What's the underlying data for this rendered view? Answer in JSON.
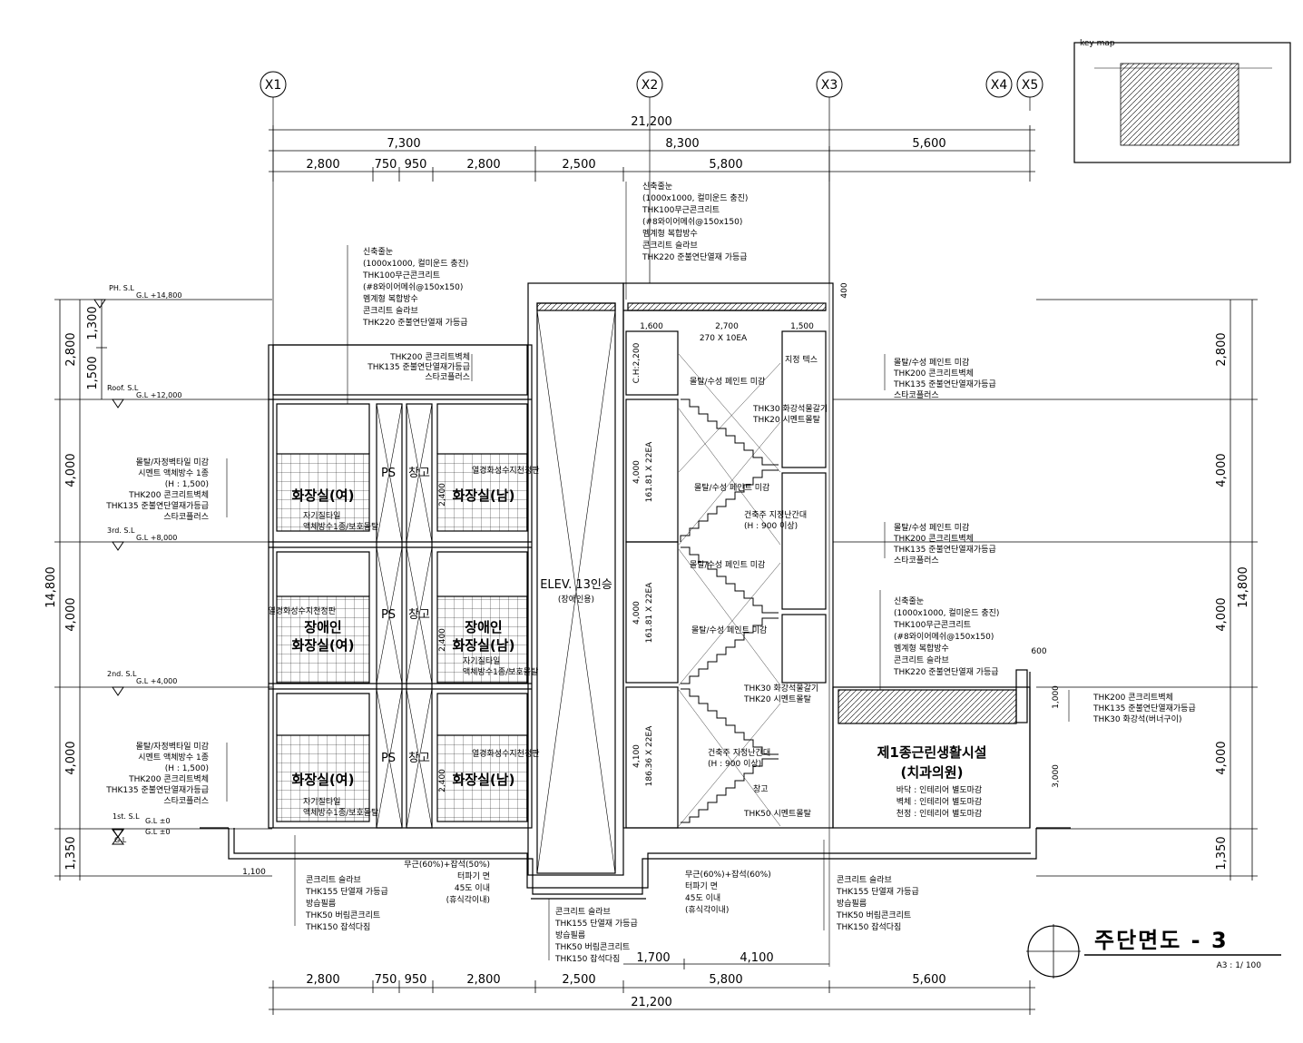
{
  "title": {
    "main": "주단면도 - 3",
    "scale": "A3 : 1/ 100",
    "keymap": "key map"
  },
  "grid_lines": [
    "X1",
    "X2",
    "X3",
    "X4",
    "X5"
  ],
  "dimensions": {
    "top_total": "21,200",
    "top_mid": [
      "7,300",
      "8,300",
      "5,600"
    ],
    "top_sub": [
      "2,800",
      "750",
      "950",
      "2,800",
      "2,500",
      "5,800"
    ],
    "bottom_sub": [
      "2,800",
      "750",
      "950",
      "2,800",
      "2,500",
      "5,800",
      "5,600"
    ],
    "bottom_total": "21,200",
    "bottom_extra": [
      "1,700",
      "4,100"
    ],
    "left_total": "14,800",
    "left_floors": [
      "1,350",
      "4,000",
      "4,000",
      "4,000",
      "2,800"
    ],
    "left_roof": [
      "1,300",
      "1,500"
    ],
    "right_total": "14,800",
    "right_floors": [
      "1,350",
      "4,000",
      "4,000",
      "4,000",
      "2,800"
    ],
    "basement_left": "1,100",
    "canopy": [
      "600",
      "1,000",
      "3,000"
    ],
    "parapet": "400",
    "ceiling_height": "C.H:2,200",
    "stair_top": [
      "1,600",
      "2,700",
      "1,500"
    ],
    "stair_top_label": "270 X 10EA",
    "stair_flights": [
      {
        "h": "4,000",
        "spec": "161.81 X 22EA"
      },
      {
        "h": "4,000",
        "spec": "161.81 X 22EA"
      },
      {
        "h": "4,100",
        "spec": "186.36 X 22EA"
      }
    ],
    "toilet_h": [
      "2,400",
      "2,400",
      "2,400"
    ]
  },
  "levels": [
    {
      "name": "PH. S.L",
      "gl": "G.L +14,800"
    },
    {
      "name": "Roof. S.L",
      "gl": "G.L +12,000"
    },
    {
      "name": "3rd. S.L",
      "gl": "G.L +8,000"
    },
    {
      "name": "2nd. S.L",
      "gl": "G.L +4,000"
    },
    {
      "name": "1st. S.L",
      "gl": "G.L ±0"
    },
    {
      "name": "G.L",
      "gl": "G.L ±0"
    }
  ],
  "rooms": {
    "toilet_f": "화장실(여)",
    "toilet_m": "화장실(남)",
    "disabled": "장애인",
    "disabled_f": "화장실(여)",
    "disabled_m": "화장실(남)",
    "ps": "PS",
    "storage": "창고",
    "elev": "ELEV. 13인승",
    "elev_sub": "(장애인용)",
    "clinic": "제1종근린생활시설",
    "clinic_sub": "(치과의원)",
    "clinic_finish": [
      "바닥 : 인테리어 별도마감",
      "벽체 : 인테리어 별도마감",
      "천정 : 인테리어 별도마감"
    ]
  },
  "notes": {
    "roof_stack": [
      "신축줄눈",
      "(1000x1000, 컬미운드 충진)",
      "THK100무근콘크리트",
      "(#8와이어메쉬@150x150)",
      "멤계형 복합방수",
      "콘크리트 슬라브",
      "THK220 준불연단열재 가등급"
    ],
    "roof_stack2": [
      "신축줄눈",
      "(1000x1000, 컬미운드 충진)",
      "THK100무근콘크리트",
      "(#8와이어메쉬@150x150)",
      "멤계형 복합방수",
      "콘크리트 슬라브",
      "THK220 준불연단열재 가등급"
    ],
    "roof_stack3": [
      "신축줄눈",
      "(1000x1000, 컬미운드 충진)",
      "THK100무근콘크리트",
      "(#8와이어메쉬@150x150)",
      "멤계형 복합방수",
      "콘크리트 슬라브",
      "THK220 준불연단열재 가등급"
    ],
    "parapet_wall": [
      "THK200 콘크리트벽체",
      "THK135 준불연단열재가등급",
      "스타코플러스"
    ],
    "toilet_wall": [
      "몰탈/자정벽타일 미감",
      "시멘트 액체방수 1종",
      "(H : 1,500)",
      "THK200 콘크리트벽체",
      "THK135 준불연단열재가등급",
      "스타코플러스"
    ],
    "toilet_floor": [
      "자기질타일",
      "액체방수1종/보호몰탈"
    ],
    "ceiling_note": "열경화성수지천정판",
    "stair_ceiling": "지정 텍스",
    "stair_wall": "몰탈/수성 페인트 미감",
    "stair_riser": [
      "THK30 화강석물갈기",
      "THK20 시멘트몰탈"
    ],
    "stair_handrail": [
      "건축주 지정난간대",
      "(H : 900 이상)"
    ],
    "stair_storage": "창고",
    "stair_base": "THK50 시멘트몰탈",
    "ext_wall": [
      "몰탈/수성 페인트 미감",
      "THK200 콘크리트벽체",
      "THK135 준불연단열재가등급",
      "스타코플러스"
    ],
    "canopy_wall": [
      "THK200 콘크리트벽체",
      "THK135 준불연단열재가등급",
      "THK30 화강석(버너구이)"
    ],
    "base_slab": [
      "콘크리트 슬라브",
      "THK155 단열재 가등급",
      "방습필름",
      "THK50 버림콘크리트",
      "THK150 잡석다짐"
    ],
    "pit": [
      "무근(60%)+잡석(50%)",
      "터파기 면",
      "45도 이내",
      "(휴식각이내)"
    ],
    "pit2": [
      "무근(60%)+잡석(60%)",
      "터파기 면",
      "45도 이내",
      "(휴식각이내)"
    ]
  },
  "colors": {
    "line": "#000000",
    "background": "#ffffff",
    "grid": "#777777"
  }
}
